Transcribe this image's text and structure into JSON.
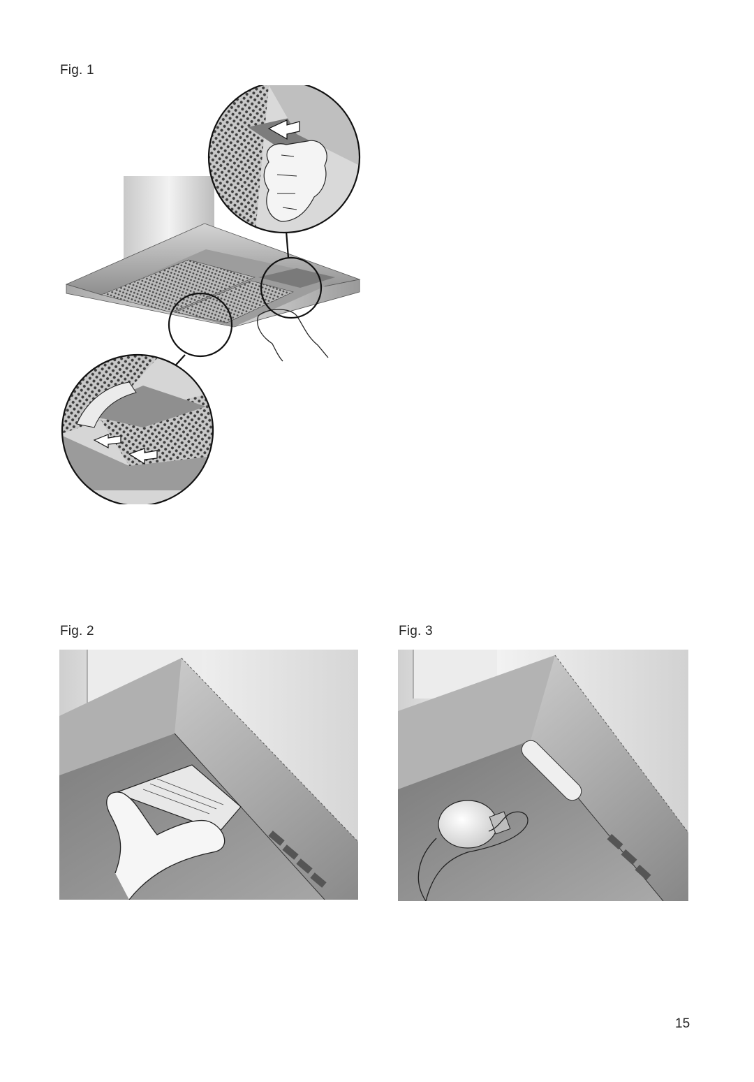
{
  "figures": [
    {
      "label": "Fig. 1"
    },
    {
      "label": "Fig. 2"
    },
    {
      "label": "Fig. 3"
    }
  ],
  "page_number": "15",
  "colors": {
    "steel_light": "#e6e6e6",
    "steel_mid": "#b5b5b5",
    "steel_dark": "#7d7d7d",
    "outline": "#1a1a1a"
  }
}
